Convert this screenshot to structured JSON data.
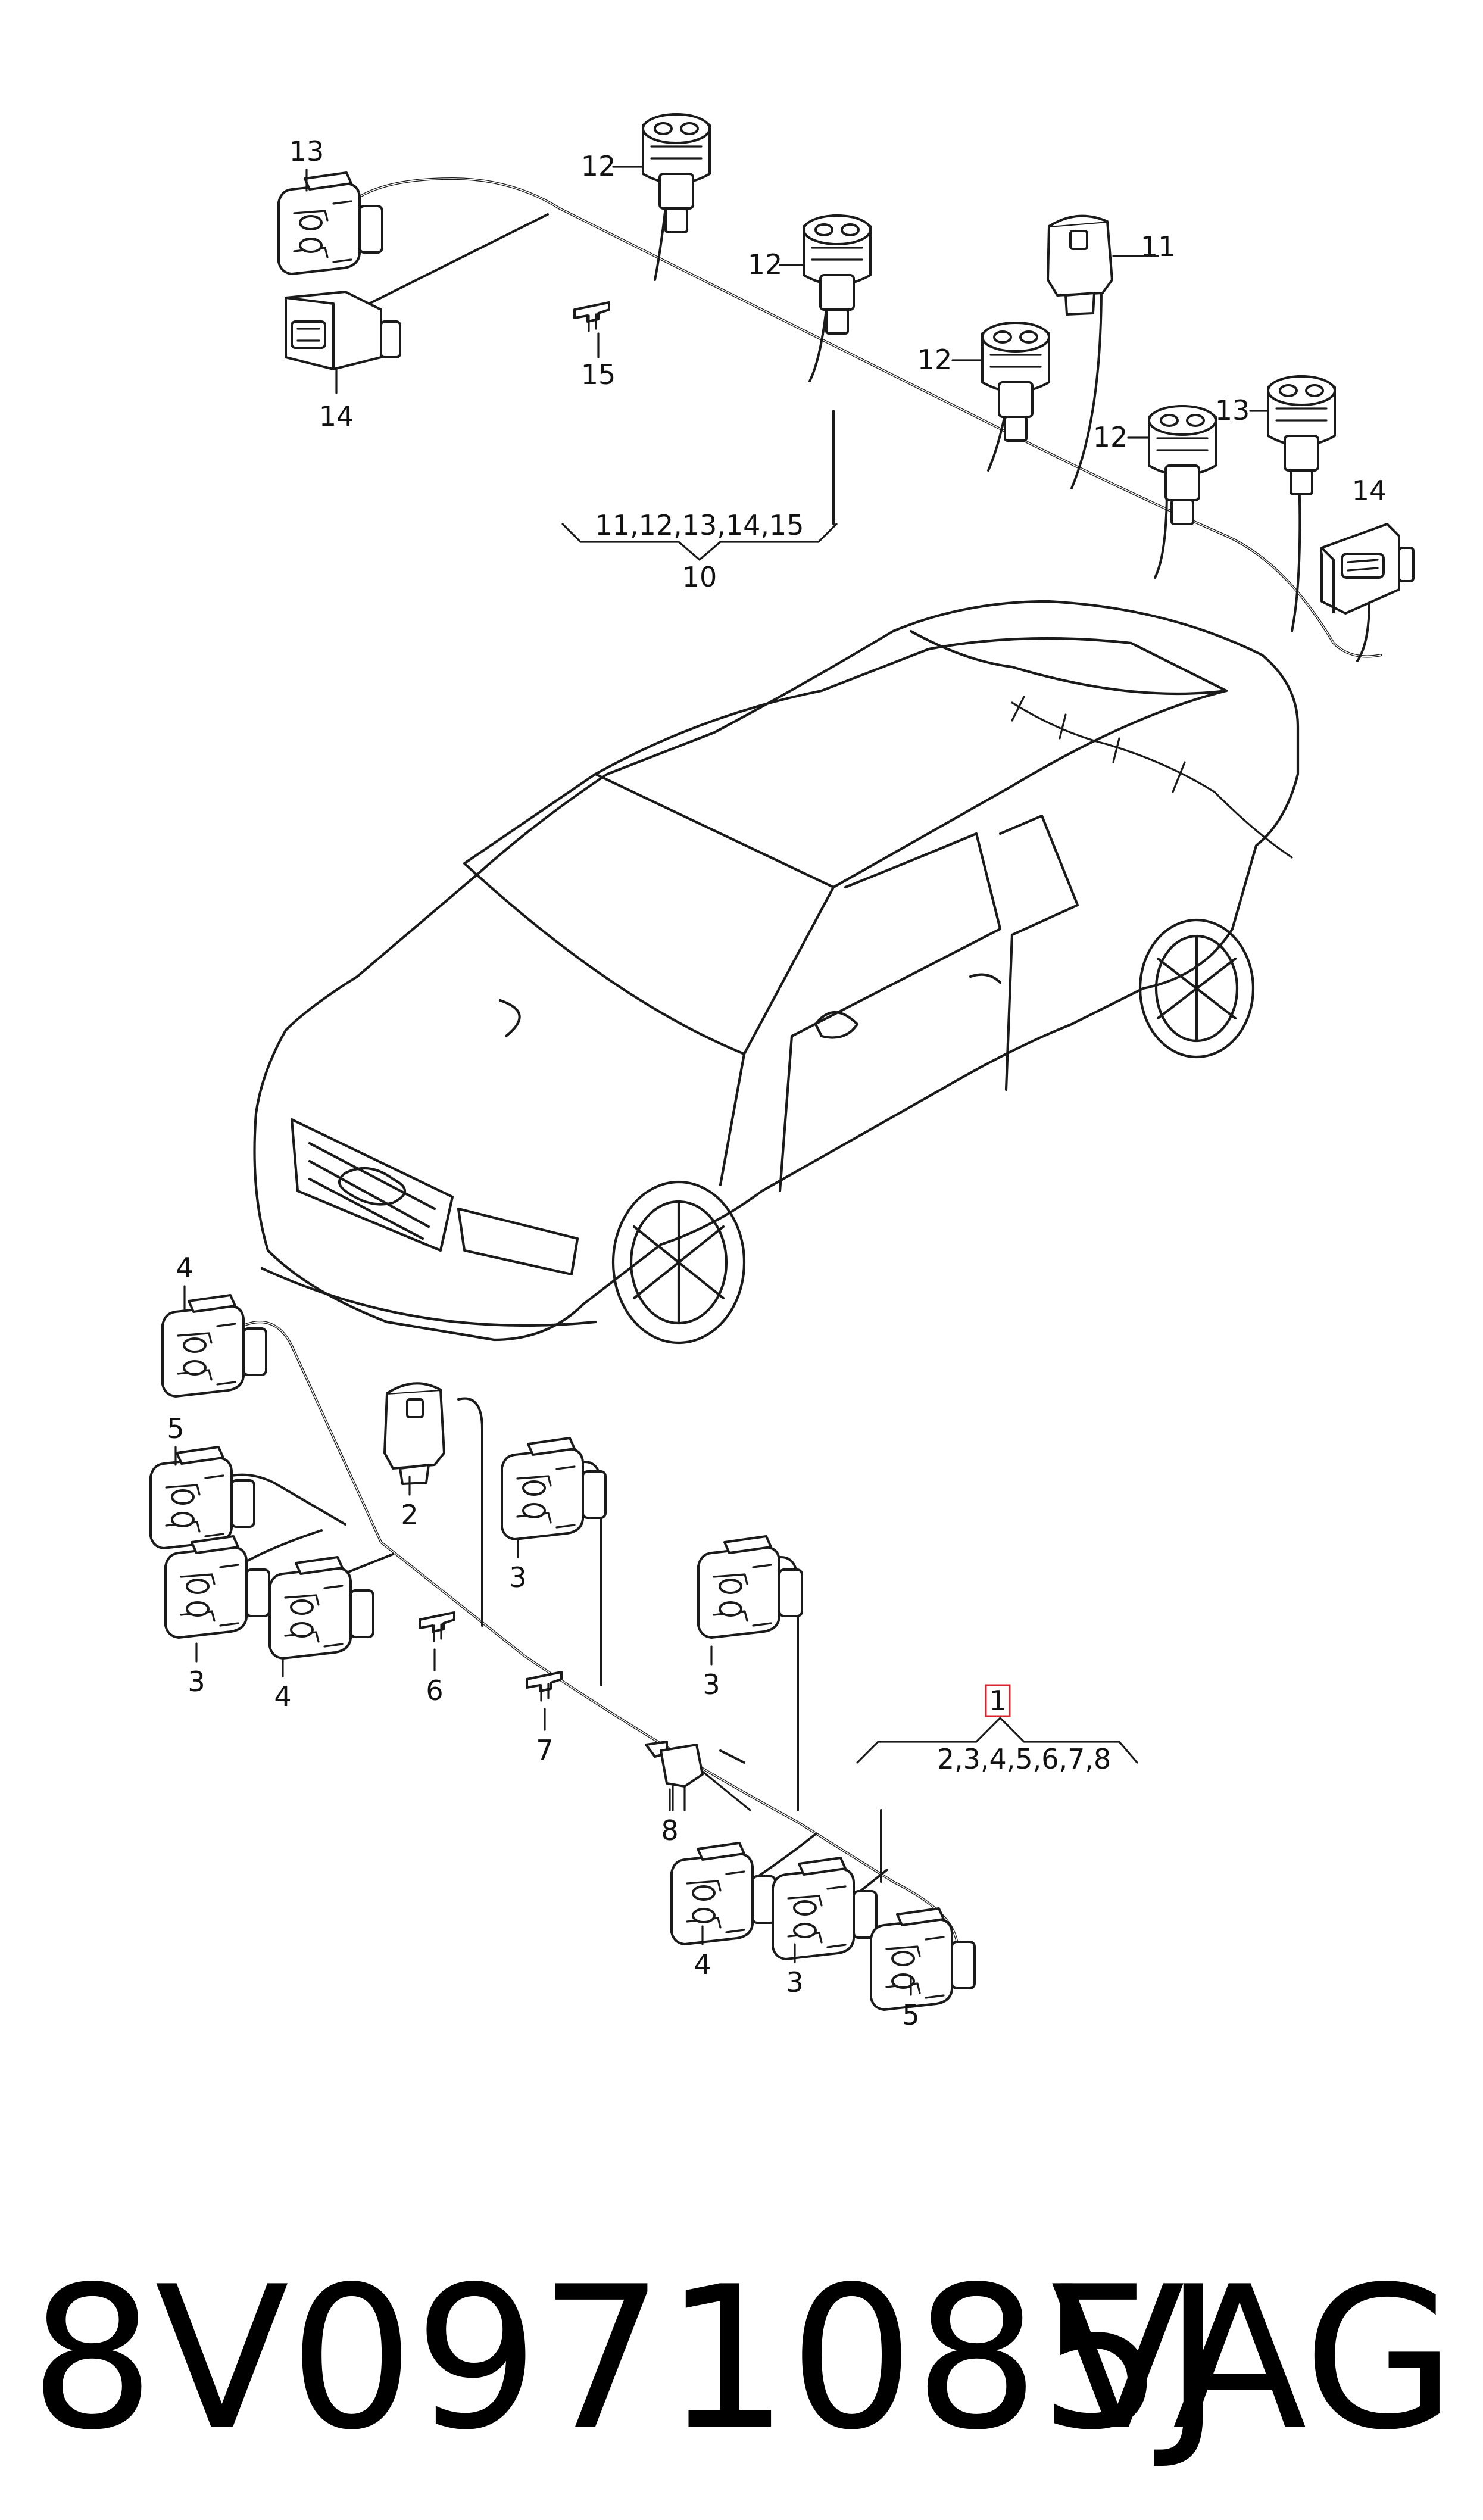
{
  "diagram": {
    "footer": {
      "part_number": "8V0971085J",
      "brand": "VAG"
    },
    "bracket_upper": {
      "items": "11,12,13,14,15",
      "ref": "10"
    },
    "bracket_lower": {
      "ref": "1",
      "items": "2,3,4,5,6,7,8",
      "highlight_color": "#d9232e"
    },
    "upper_labels": [
      "13",
      "14",
      "15",
      "12",
      "12",
      "12",
      "12",
      "11",
      "13",
      "14"
    ],
    "lower_labels": [
      "4",
      "5",
      "3",
      "4",
      "2",
      "3",
      "6",
      "7",
      "3",
      "8",
      "4",
      "3",
      "5"
    ]
  }
}
